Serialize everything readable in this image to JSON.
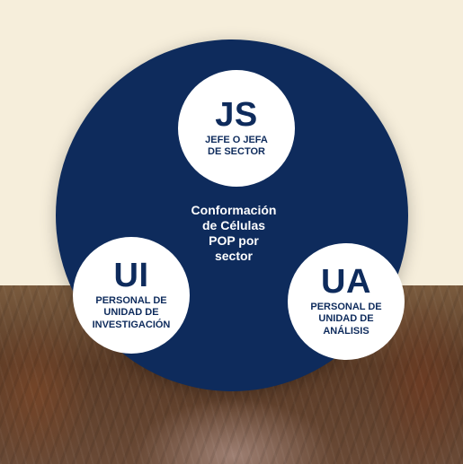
{
  "center_label": "Conformación\nde Células\nPOP por\nsector",
  "nodes": {
    "js": {
      "code": "JS",
      "description": "JEFE O JEFA\nDE SECTOR"
    },
    "ui": {
      "code": "UI",
      "description": "PERSONAL DE\nUNIDAD DE\nINVESTIGACIÓN"
    },
    "ua": {
      "code": "UA",
      "description": "PERSONAL DE\nUNIDAD DE\nANÁLISIS"
    }
  },
  "colors": {
    "navy": "#0e2b5c",
    "white": "#ffffff",
    "cream": "#f6eedb"
  }
}
